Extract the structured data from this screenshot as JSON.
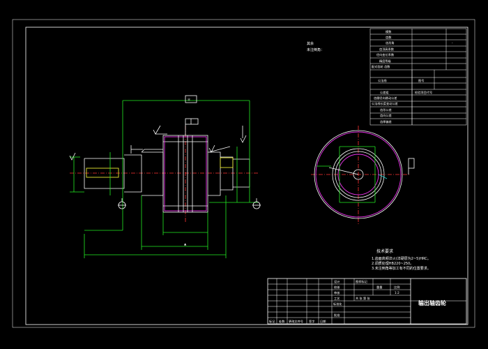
{
  "notes": {
    "top_left_line1": "其余",
    "top_left_line2": "未注倒角："
  },
  "tech_requirements": {
    "heading": "技术要求",
    "lines": [
      "1.齿面高频淬火(淬硬层为2~5)HRC。",
      "2.调质处理HB220~250。",
      "3.未注倒角等加工有不同的位置要求。"
    ]
  },
  "param_table": {
    "rows": [
      {
        "label": "模数",
        "value": ""
      },
      {
        "label": "齿数",
        "value": ""
      },
      {
        "label": "齿形角",
        "value": "-"
      },
      {
        "label": "齿顶高系数",
        "value": ""
      },
      {
        "label": "径向变位系数",
        "value": ""
      },
      {
        "label": "精度等级",
        "value": ""
      },
      {
        "label": "配对齿轮 齿数",
        "value": ""
      },
      {
        "label": "",
        "value": ""
      },
      {
        "label": "公法线",
        "value": "图号"
      },
      {
        "label": "",
        "value": ""
      },
      {
        "label": "公差组",
        "value": "检验项目代号"
      },
      {
        "label": "齿圈径向跳动公差",
        "value": ""
      },
      {
        "label": "公法线长度变动公差",
        "value": ""
      },
      {
        "label": "齿形公差",
        "value": ""
      },
      {
        "label": "齿向公差",
        "value": ""
      },
      {
        "label": "齿厚偏差",
        "value": ""
      }
    ]
  },
  "title_block": {
    "part_name": "输出轴齿轮",
    "labels": [
      "设计",
      "校核",
      "审核",
      "工艺",
      "标准化",
      "批准"
    ],
    "row_top": [
      "图样标记",
      "重量",
      "比例"
    ],
    "scale": "1:2",
    "sheet": "共 张 第 张",
    "bottom_labels": [
      "标记",
      "处数",
      "更改文件号",
      "签字",
      "日期"
    ]
  },
  "annotations": {
    "datum_box": "Ⓐ",
    "tolerance_box": "↗ 0.02",
    "roughness_mark": "√"
  },
  "colors": {
    "background": "#000000",
    "line_white": "#ffffff",
    "dim_green": "#22ee22",
    "gear_magenta": "#ee33ee",
    "center_red": "#ff3333",
    "hidden_yellow": "#e8e830",
    "aux_cyan": "#22dddd"
  }
}
